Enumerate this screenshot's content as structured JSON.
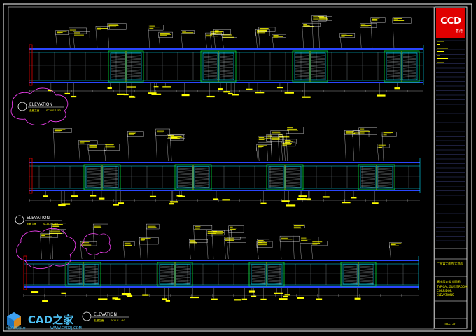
{
  "title_block": {
    "logo": "CCD",
    "logo_sub": "香港",
    "project_cn": "广州富力君悦大酒店",
    "drawing_cn": "客房层走道立面图",
    "drawing_en_1": "TYPICAL GUESTROOM",
    "drawing_en_2": "CORRIDOR",
    "drawing_en_3": "ELEVATIONS",
    "sheet_no": "ID-EL-01"
  },
  "elevations": [
    {
      "label": "ELEVATION",
      "label_cn": "走廊立面",
      "scale": "SCALE 1:50"
    },
    {
      "label": "ELEVATION",
      "label_cn": "走廊立面",
      "scale": "SCALE 1:50"
    },
    {
      "label": "ELEVATION",
      "label_cn": "走廊立面",
      "scale": "SCALE 1:50"
    }
  ],
  "watermark": {
    "brand": "CAD之家",
    "url": "WWW.CADZJ.COM",
    "tagline": "中国CAD资料库"
  },
  "colors": {
    "frame": "#ffffff",
    "wall": "#2a46ff",
    "cyan": "#00e5ff",
    "yellow": "#ffff00",
    "green": "#00ff3c",
    "magenta": "#ff44ff",
    "red": "#e00000"
  }
}
